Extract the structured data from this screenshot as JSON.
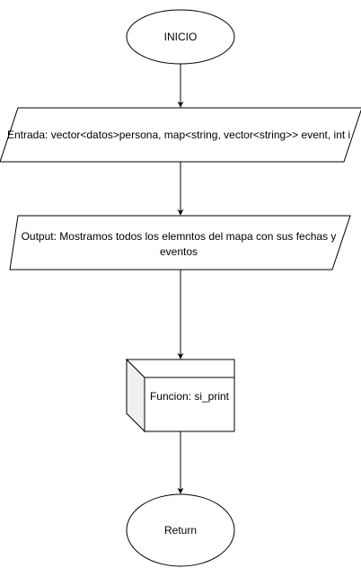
{
  "diagram": {
    "nodes": {
      "start": {
        "label": "INICIO",
        "shape": "ellipse"
      },
      "input": {
        "label": "Entrada: vector<datos>persona, map<string, vector<string>> event, int i",
        "shape": "parallelogram"
      },
      "output": {
        "label_line1": "Output: Mostramos todos los elemntos del mapa con sus fechas y",
        "label_line2": "eventos",
        "shape": "parallelogram"
      },
      "function": {
        "label": "Funcion: si_print",
        "shape": "cube"
      },
      "end": {
        "label": "Return",
        "shape": "ellipse"
      }
    },
    "edges": [
      {
        "from": "start",
        "to": "input"
      },
      {
        "from": "input",
        "to": "output"
      },
      {
        "from": "output",
        "to": "function"
      },
      {
        "from": "function",
        "to": "end"
      }
    ],
    "colors": {
      "stroke": "#000000",
      "fill": "#ffffff",
      "cube_side": "#f0f0f0",
      "text": "#000000"
    }
  }
}
